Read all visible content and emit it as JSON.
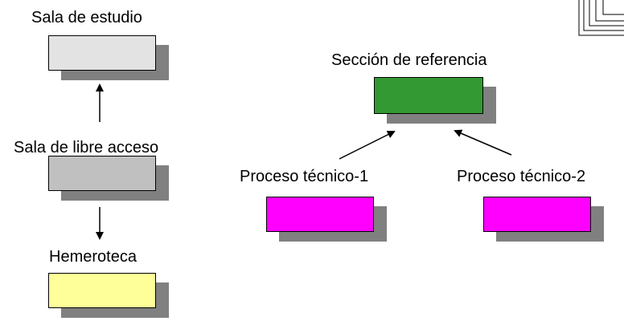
{
  "nodes": {
    "sala_estudio": {
      "label": "Sala de estudio",
      "color": "#e3e3e3"
    },
    "sala_libre": {
      "label": "Sala de libre acceso",
      "color": "#c0c0c0"
    },
    "hemeroteca": {
      "label": "Hemeroteca",
      "color": "#ffff99"
    },
    "seccion_referencia": {
      "label": "Sección de referencia",
      "color": "#339933"
    },
    "proceso_1": {
      "label": "Proceso técnico-1",
      "color": "#ff00ff"
    },
    "proceso_2": {
      "label": "Proceso técnico-2",
      "color": "#ff00ff"
    }
  },
  "colors": {
    "shadow": "#808080",
    "border": "#000000"
  }
}
